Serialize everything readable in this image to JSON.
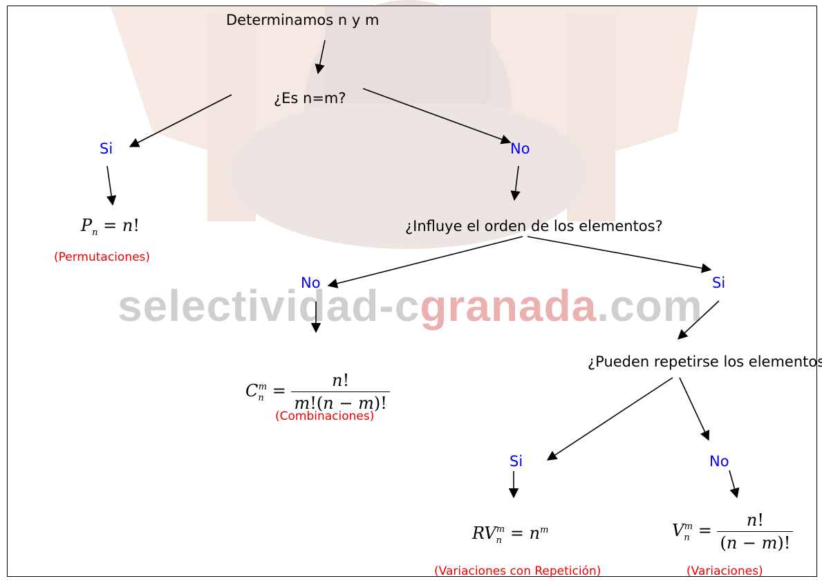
{
  "flowchart": {
    "start": "Determinamos n y m",
    "question_nm": "¿Es n=m?",
    "yes_1": "Si",
    "no_1": "No",
    "question_order": "¿Influye el orden de los elementos?",
    "no_2": "No",
    "yes_2": "Si",
    "question_repeat": "¿Pueden repetirse los elementos?",
    "yes_3": "Si",
    "no_3": "No"
  },
  "results": {
    "permutations_label": "(Permutaciones)",
    "combinations_label": "(Combinaciones)",
    "variations_rep_label": "(Variaciones con Repetición)",
    "variations_label": "(Variaciones)"
  },
  "watermark": {
    "part1": "selectivid",
    "part2": "ad-c",
    "part3": "granada",
    "part4": ".com"
  },
  "colors": {
    "branch": "#0000ee",
    "result_label": "#ee0000",
    "watermark": "#c7c7c7"
  }
}
